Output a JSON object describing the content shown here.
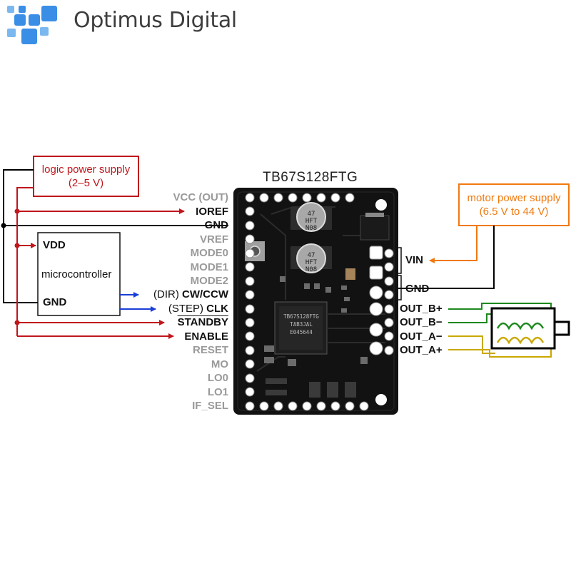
{
  "brand": {
    "name": "Optimus Digital",
    "logo_colors": [
      "#3a8ee6",
      "#7cb8f0"
    ]
  },
  "board": {
    "title": "TB67S128FTG"
  },
  "supplies": {
    "logic": {
      "line1": "logic power supply",
      "line2": "(2–5 V)",
      "color": "#c0161c"
    },
    "motor": {
      "line1": "motor power supply",
      "line2": "(6.5 V to 44 V)",
      "color": "#f07a10"
    }
  },
  "microcontroller": {
    "name": "microcontroller",
    "pin_vdd": "VDD",
    "pin_gnd": "GND"
  },
  "left_pins": [
    {
      "label": "VCC (OUT)",
      "style": "grey"
    },
    {
      "label": "IOREF",
      "style": "black"
    },
    {
      "label": "GND",
      "style": "black"
    },
    {
      "label": "VREF",
      "style": "grey"
    },
    {
      "label": "MODE0",
      "style": "grey"
    },
    {
      "label": "MODE1",
      "style": "grey"
    },
    {
      "label": "MODE2",
      "style": "grey"
    },
    {
      "label": "CW/CCW",
      "prefix": "(DIR)",
      "style": "black"
    },
    {
      "label": "CLK",
      "prefix": "(STEP)",
      "style": "black"
    },
    {
      "label": "STANDBY",
      "style": "black",
      "overline": true
    },
    {
      "label": "ENABLE",
      "style": "black"
    },
    {
      "label": "RESET",
      "style": "grey"
    },
    {
      "label": "MO",
      "style": "grey"
    },
    {
      "label": "LO0",
      "style": "grey"
    },
    {
      "label": "LO1",
      "style": "grey"
    },
    {
      "label": "IF_SEL",
      "style": "grey"
    }
  ],
  "right_pins": [
    "VIN",
    "GND",
    "OUT_B+",
    "OUT_B−",
    "OUT_A−",
    "OUT_A+"
  ],
  "chip": {
    "line1": "TB67S128FTG",
    "line2": "TAB3JAL",
    "line3": "E045644"
  },
  "capacitors": [
    {
      "line1": "47",
      "line2": "HFT",
      "line3": "N08"
    },
    {
      "line1": "47",
      "line2": "HFT",
      "line3": "N08"
    }
  ],
  "wire_colors": {
    "logic": "#c0161c",
    "signal": "#1a3fd6",
    "ground": "#000000",
    "motor_b": "#1e8a1e",
    "motor_a": "#c9a800"
  }
}
